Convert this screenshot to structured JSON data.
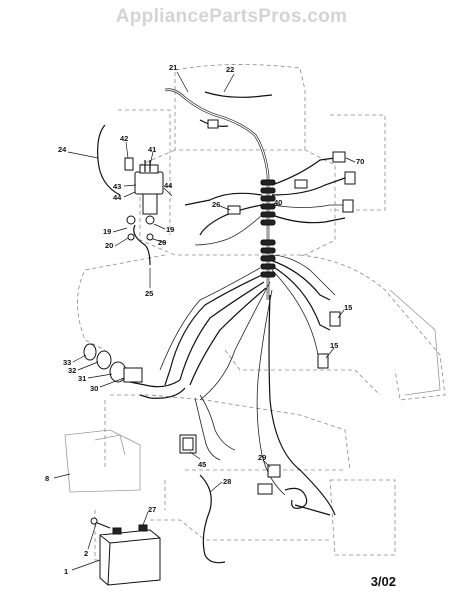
{
  "watermark": "AppliancePartsPros.com",
  "date_code": "3/02",
  "callouts": {
    "c1": "1",
    "c2": "2",
    "c8": "8",
    "c15a": "15",
    "c15b": "15",
    "c19a": "19",
    "c19b": "19",
    "c20a": "20",
    "c20b": "20",
    "c21": "21",
    "c22": "22",
    "c24": "24",
    "c25": "25",
    "c26": "26",
    "c27": "27",
    "c28": "28",
    "c29": "29",
    "c30": "30",
    "c31": "31",
    "c32": "32",
    "c33": "33",
    "c40": "40",
    "c41": "41",
    "c42": "42",
    "c43": "43",
    "c44a": "44",
    "c44b": "44",
    "c45": "45",
    "c70": "70"
  }
}
